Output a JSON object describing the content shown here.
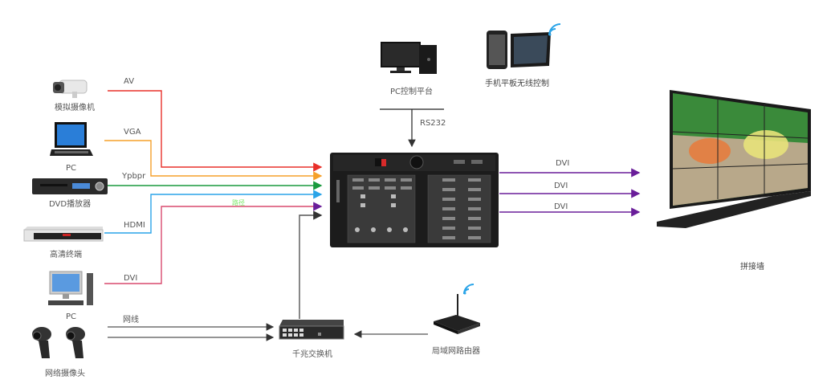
{
  "diagram": {
    "title": "",
    "sources": [
      {
        "id": "analog-camera",
        "label": "模拟摄像机",
        "signal": "AV",
        "color": "#e8302a"
      },
      {
        "id": "laptop-pc",
        "label": "PC",
        "signal": "VGA",
        "color": "#f5a02a"
      },
      {
        "id": "dvd-player",
        "label": "DVD播放器",
        "signal": "Ypbpr",
        "color": "#1a9a3e"
      },
      {
        "id": "hd-terminal",
        "label": "高清终端",
        "signal": "HDMI",
        "color": "#2aa4e8"
      },
      {
        "id": "desktop-pc",
        "label": "PC",
        "signal": "DVI",
        "color": "#d84a6e"
      },
      {
        "id": "network-cameras",
        "label": "网络摄像头",
        "signal": "网线",
        "color": "#555555"
      }
    ],
    "path_annotation": "路径",
    "control": {
      "pc_platform": {
        "label": "PC控制平台",
        "link": "RS232"
      },
      "wireless": {
        "label": "手机平板无线控制"
      }
    },
    "matrix": {
      "label": ""
    },
    "outputs": [
      {
        "signal": "DVI",
        "color": "#6a1e9a"
      },
      {
        "signal": "DVI",
        "color": "#6a1e9a"
      },
      {
        "signal": "DVI",
        "color": "#6a1e9a"
      }
    ],
    "video_wall": {
      "label": "拼接墙"
    },
    "switch": {
      "label": "千兆交换机"
    },
    "router": {
      "label": "局域网路由器"
    },
    "colors": {
      "line_gray": "#555555",
      "wifi_blue": "#2aa4e8",
      "path_green": "#7de86a"
    }
  }
}
